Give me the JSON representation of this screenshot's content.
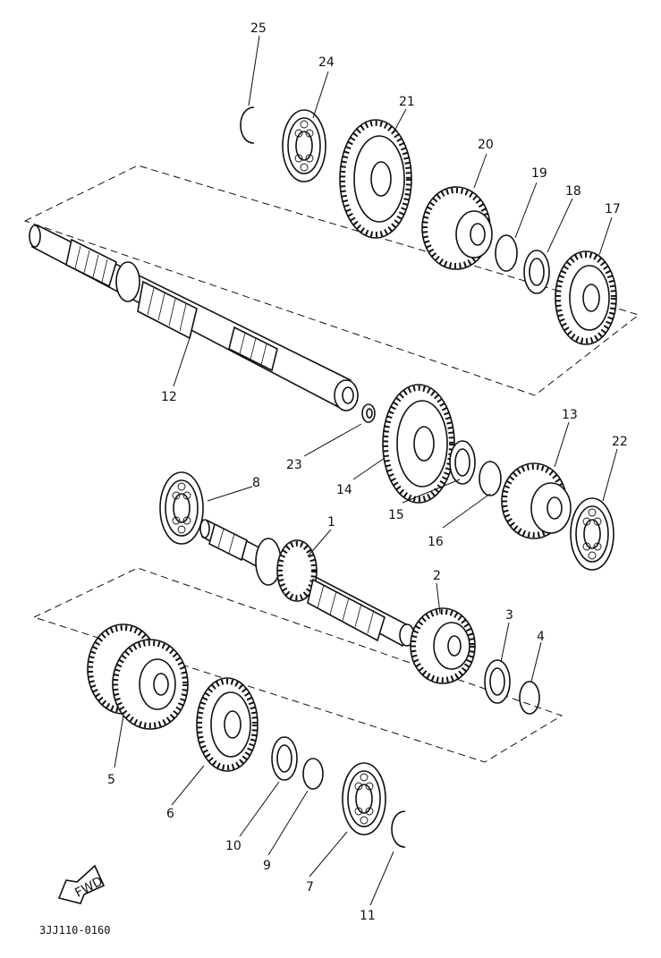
{
  "diagram": {
    "part_number": "3JJ110-0160",
    "fwd_label": "FWD",
    "callouts": [
      "1",
      "2",
      "3",
      "4",
      "5",
      "6",
      "7",
      "8",
      "9",
      "10",
      "11",
      "12",
      "13",
      "14",
      "15",
      "16",
      "17",
      "18",
      "19",
      "20",
      "21",
      "22",
      "23",
      "24",
      "25"
    ]
  }
}
